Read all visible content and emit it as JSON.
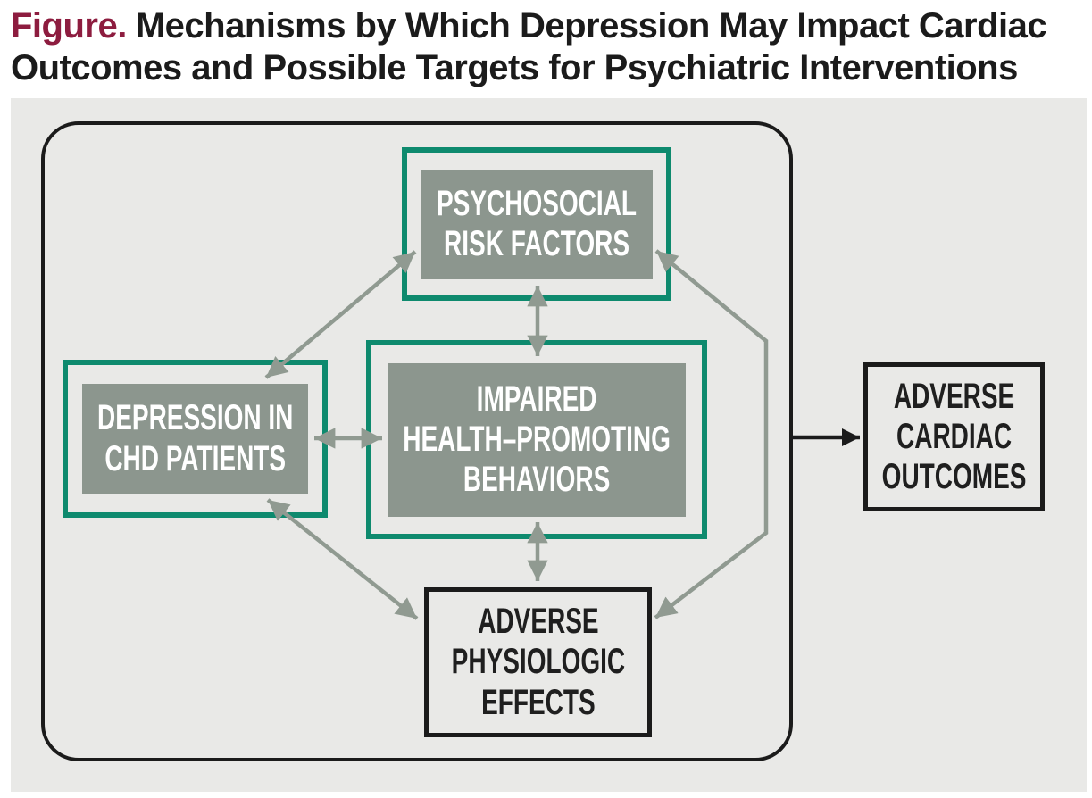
{
  "title": {
    "prefix": "Figure.",
    "text": "Mechanisms by Which Depression May Impact Cardiac Outcomes and Possible Targets for Psychiatric Interventions"
  },
  "colors": {
    "accent_teal": "#0e8a6e",
    "box_gray_fill": "#8c968e",
    "arrow_gray": "#909a91",
    "panel_background": "#e9e9e7",
    "title_maroon": "#8d1c3f",
    "ink_black": "#1b1b1b",
    "box_text_white": "#ffffff"
  },
  "diagram": {
    "boxes": {
      "psychosocial": {
        "lines": [
          "PSYCHOSOCIAL",
          "RISK FACTORS"
        ],
        "style": "teal-border-gray-fill"
      },
      "depression": {
        "lines": [
          "DEPRESSION IN",
          "CHD PATIENTS"
        ],
        "style": "teal-border-gray-fill"
      },
      "impaired": {
        "lines": [
          "IMPAIRED",
          "HEALTH–PROMOTING",
          "BEHAVIORS"
        ],
        "style": "teal-border-gray-fill"
      },
      "physiologic": {
        "lines": [
          "ADVERSE",
          "PHYSIOLOGIC",
          "EFFECTS"
        ],
        "style": "black-border"
      },
      "cardiac": {
        "lines": [
          "ADVERSE",
          "CARDIAC",
          "OUTCOMES"
        ],
        "style": "black-border"
      }
    },
    "connections": [
      {
        "from": "psychosocial-risk-factors",
        "to": "impaired-health-promoting-behaviors",
        "bidirectional": true,
        "color": "gray"
      },
      {
        "from": "depression-in-chd-patients",
        "to": "impaired-health-promoting-behaviors",
        "bidirectional": true,
        "color": "gray"
      },
      {
        "from": "impaired-health-promoting-behaviors",
        "to": "adverse-physiologic-effects",
        "bidirectional": true,
        "color": "gray"
      },
      {
        "from": "depression-in-chd-patients",
        "to": "psychosocial-risk-factors",
        "bidirectional": true,
        "color": "gray"
      },
      {
        "from": "depression-in-chd-patients",
        "to": "adverse-physiologic-effects",
        "bidirectional": true,
        "color": "gray"
      },
      {
        "from": "psychosocial-risk-factors",
        "to": "adverse-physiologic-effects",
        "bidirectional": true,
        "color": "gray"
      },
      {
        "from": "mechanisms-frame",
        "to": "adverse-cardiac-outcomes",
        "bidirectional": false,
        "color": "black"
      }
    ]
  }
}
